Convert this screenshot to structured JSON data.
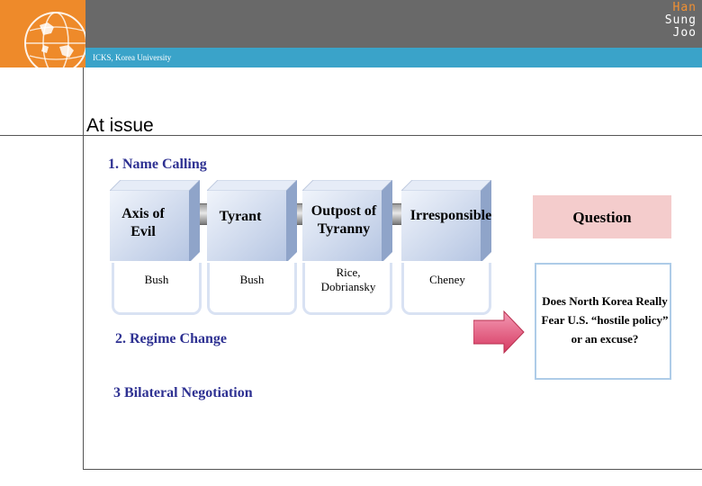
{
  "header": {
    "author_lines": [
      "Han",
      "Sung",
      "Joo"
    ],
    "organization": "ICKS, Korea University"
  },
  "slide": {
    "title": "At issue",
    "sections": [
      "1. Name Calling",
      "2. Regime Change",
      "3 Bilateral Negotiation"
    ],
    "name_calling": [
      {
        "label": "Axis of Evil",
        "person": "Bush"
      },
      {
        "label": "Tyrant",
        "person": "Bush"
      },
      {
        "label": "Outpost of Tyranny",
        "person": "Rice, Dobriansky"
      },
      {
        "label": "Irresponsible",
        "person": "Cheney"
      }
    ],
    "question": {
      "label": "Question",
      "text": "Does North Korea Really Fear U.S. “hostile policy” or an excuse?"
    }
  },
  "colors": {
    "header_gray": "#696969",
    "accent_blue": "#3aa3c9",
    "logo_orange": "#ee8a2a",
    "section_text": "#2e3192",
    "cube_front": "#c8d6ec",
    "question_fill": "#f4cccc",
    "arrow_pink": "#e8557a"
  }
}
